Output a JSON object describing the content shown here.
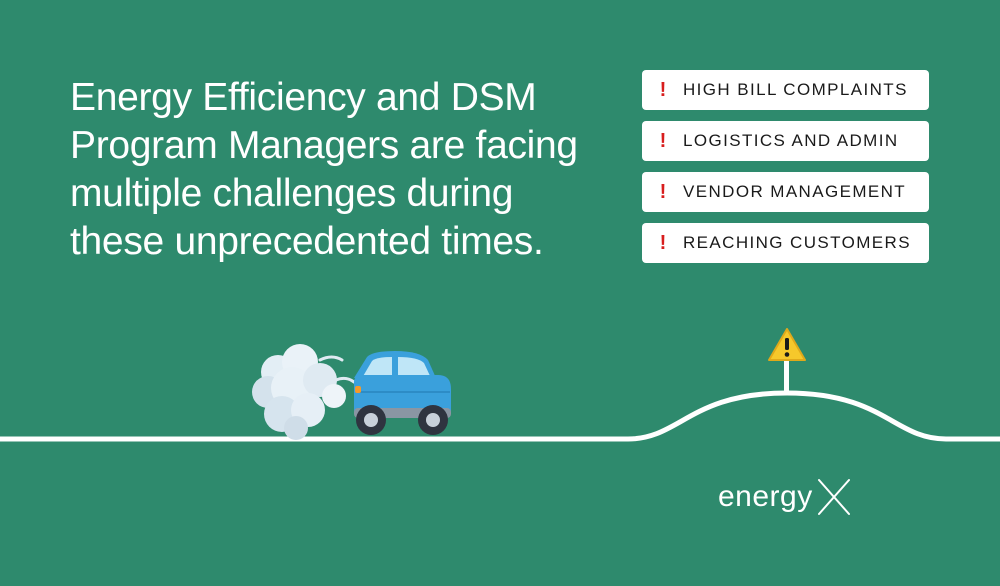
{
  "headline": {
    "lines": [
      "Energy Efficiency and DSM",
      "Program Managers are facing",
      "multiple challenges during",
      "these unprecedented times."
    ]
  },
  "challenges": [
    {
      "icon": "exclamation-icon",
      "label": "HIGH BILL COMPLAINTS"
    },
    {
      "icon": "exclamation-icon",
      "label": "LOGISTICS AND ADMIN"
    },
    {
      "icon": "exclamation-icon",
      "label": "VENDOR MANAGEMENT"
    },
    {
      "icon": "exclamation-icon",
      "label": "REACHING CUSTOMERS"
    }
  ],
  "exclamation_glyph": "!",
  "scene": {
    "car_icon": "car-icon",
    "exhaust_icon": "exhaust-cloud-icon",
    "warning_icon": "warning-sign-icon"
  },
  "logo": {
    "text": "energy",
    "mark_icon": "x-mark-icon"
  },
  "colors": {
    "background": "#2e8a6d",
    "road": "#ffffff",
    "chip_background": "#ffffff",
    "exclamation": "#d81e1e",
    "car_body": "#3aa0dc",
    "warning_yellow": "#f6c82b"
  }
}
